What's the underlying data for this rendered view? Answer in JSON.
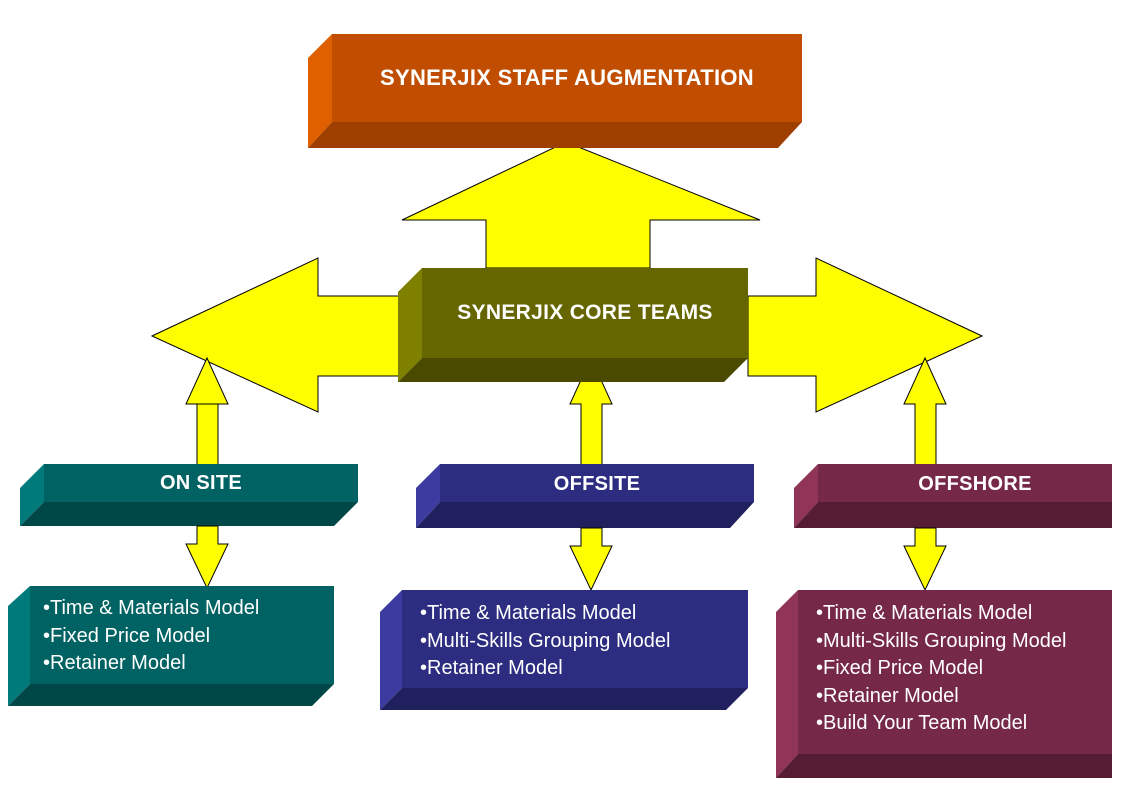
{
  "colors": {
    "arrow": "#ffff00",
    "top": "#c04d00",
    "core": "#666600",
    "onsite": "#006262",
    "offsite": "#2c2c80",
    "offshore": "#762848"
  },
  "top": {
    "label": "SYNERJIX STAFF AUGMENTATION"
  },
  "core": {
    "label": "SYNERJIX CORE TEAMS"
  },
  "onsite": {
    "label": "ON SITE",
    "items": [
      "Time & Materials Model",
      "Fixed Price Model",
      "Retainer Model"
    ]
  },
  "offsite": {
    "label": "OFFSITE",
    "items": [
      "Time & Materials Model",
      "Multi-Skills Grouping Model",
      "Retainer Model"
    ]
  },
  "offshore": {
    "label": "OFFSHORE",
    "items": [
      "Time & Materials Model",
      "Multi-Skills Grouping Model",
      "Fixed Price Model",
      "Retainer Model",
      "Build Your Team Model"
    ]
  }
}
